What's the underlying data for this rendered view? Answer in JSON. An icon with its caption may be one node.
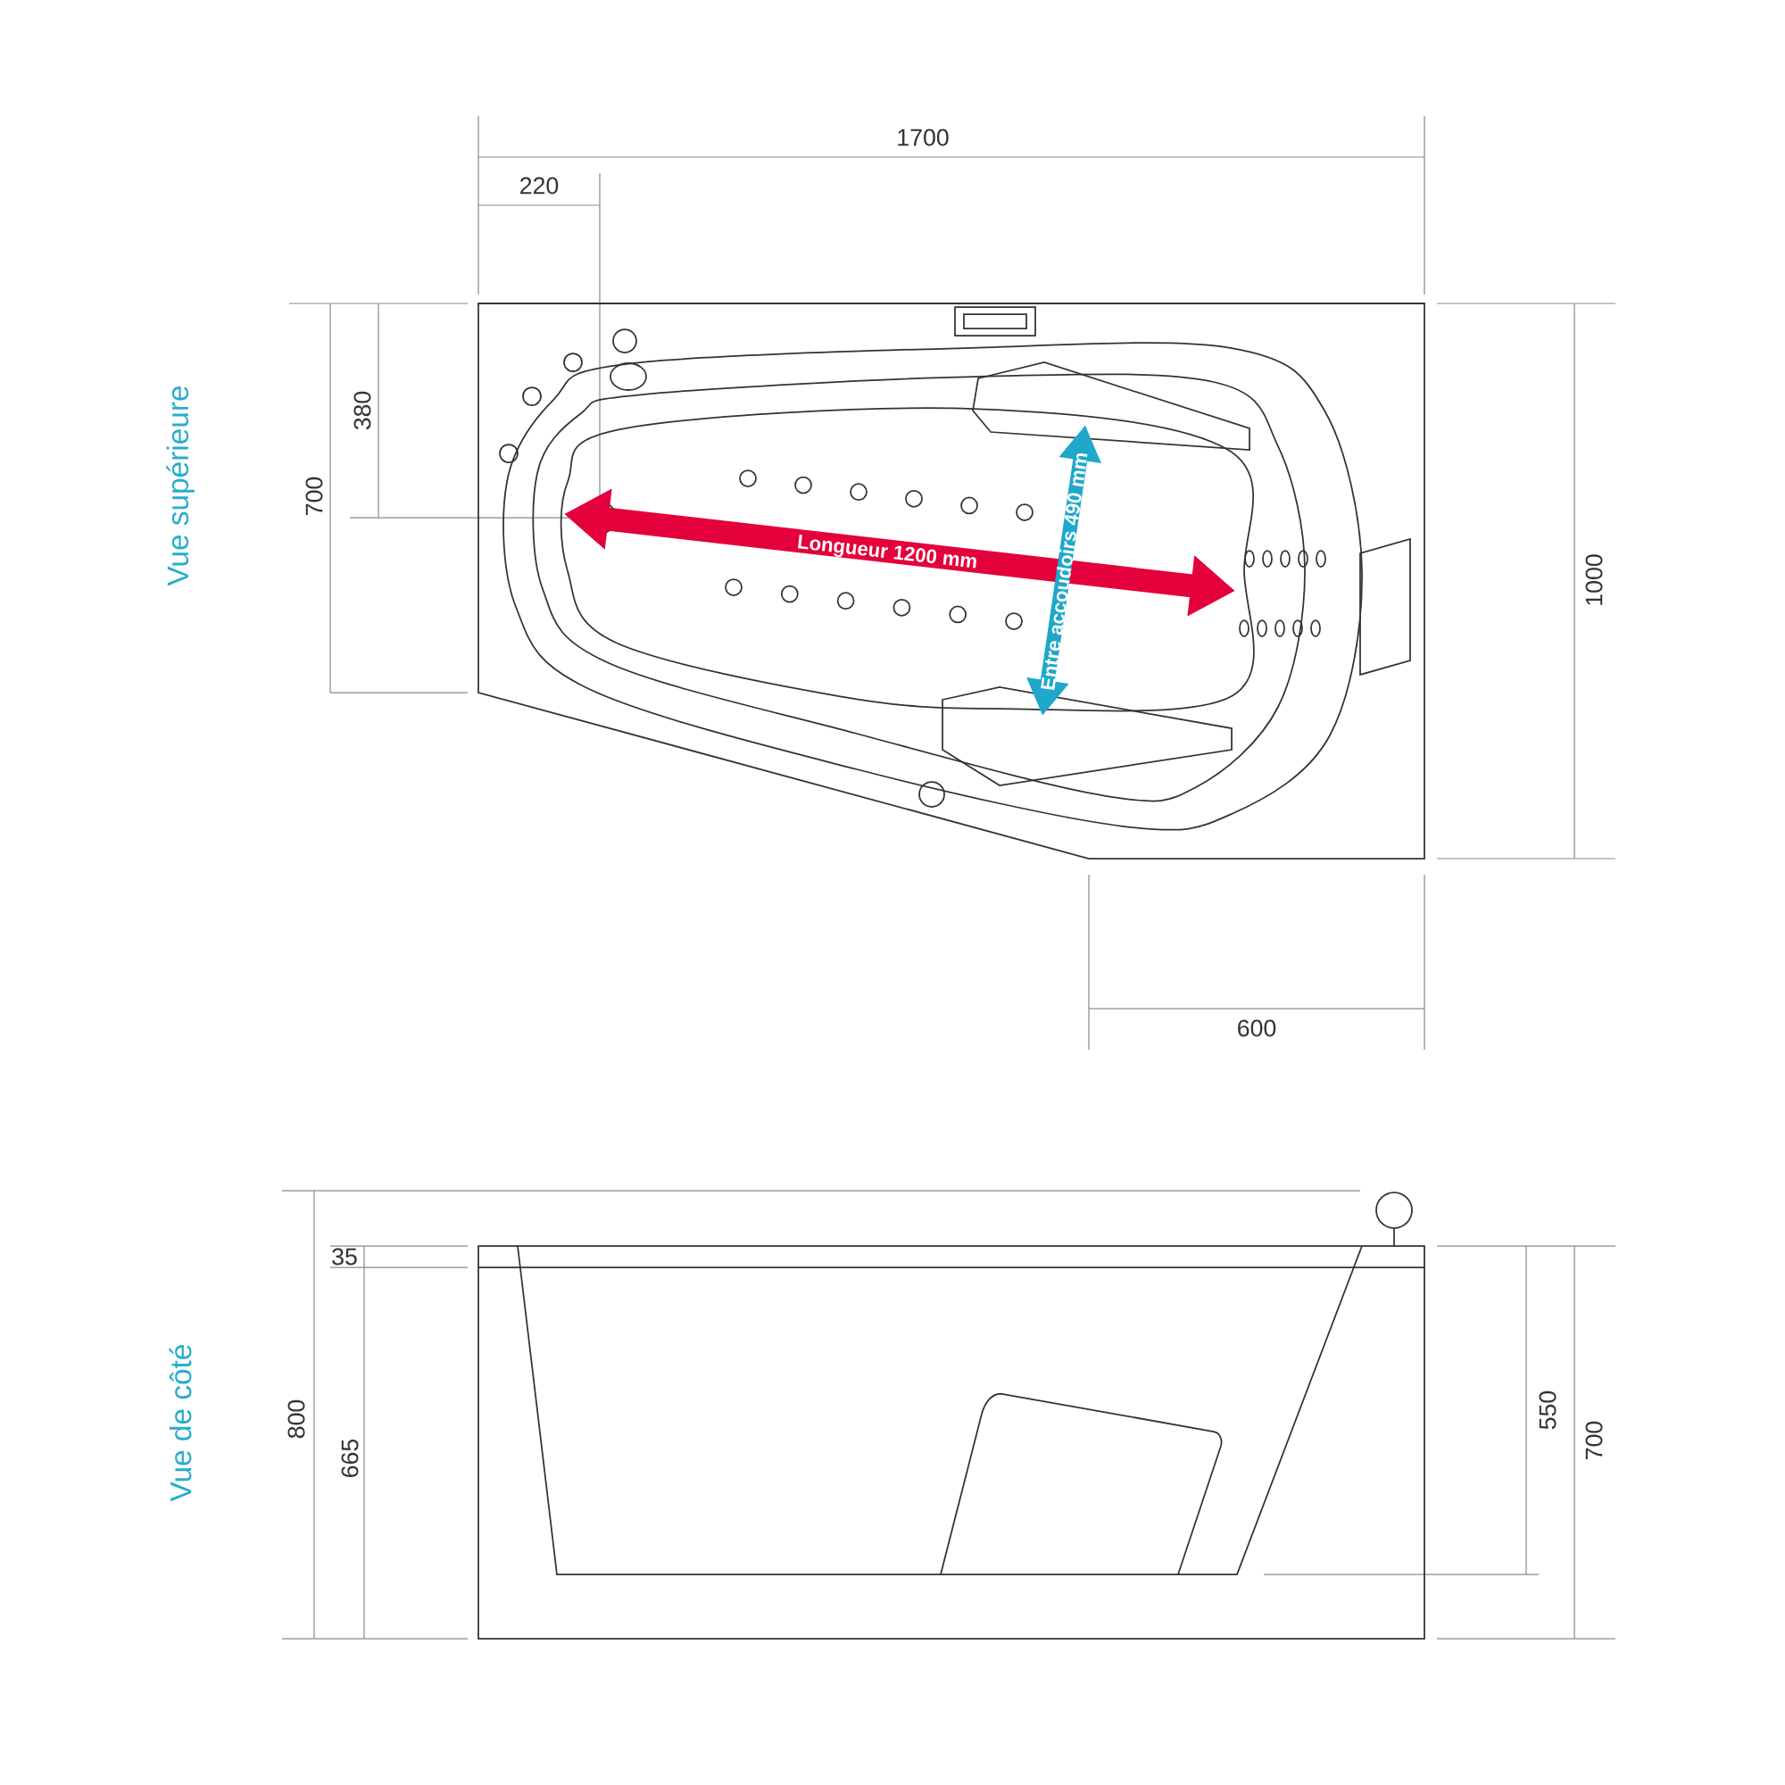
{
  "diagram": {
    "labels": [
      "1700",
      "220",
      "380",
      "700",
      "Vue supérieure",
      "1000",
      "Longueur 1200 mm",
      "Entre accoudoirs 490 mm",
      "600",
      "35",
      "800",
      "665",
      "Vue de côté",
      "550",
      "700"
    ]
  }
}
